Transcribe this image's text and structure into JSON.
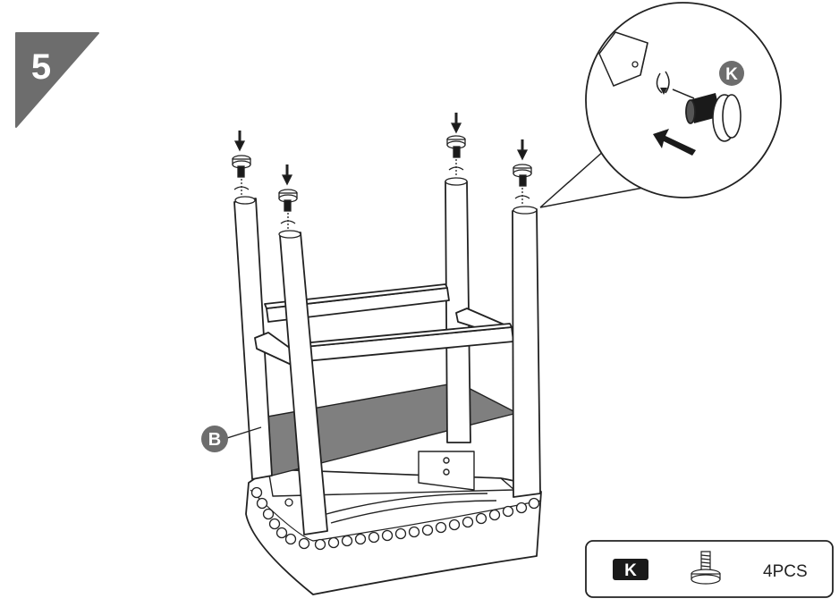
{
  "step": {
    "number": "5",
    "badge_color": "#6d6d6d"
  },
  "callouts": {
    "part_b_label": "B",
    "part_k_label": "K",
    "callout_color": "#6d6d6d"
  },
  "parts_box": {
    "part_label": "K",
    "quantity": "4PCS",
    "part_icon": "leveling-foot-icon"
  },
  "colors": {
    "line": "#222222",
    "seat_panel": "#7f7f7f",
    "arrow": "#1a1a1a"
  }
}
